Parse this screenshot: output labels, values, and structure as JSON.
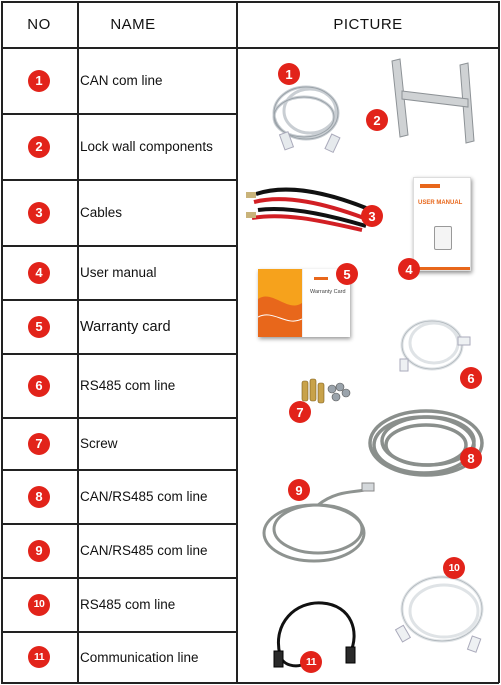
{
  "header": {
    "no": "NO",
    "name": "NAME",
    "picture": "PICTURE"
  },
  "rows": [
    {
      "no": "1",
      "name": "CAN com line"
    },
    {
      "no": "2",
      "name": "Lock wall components"
    },
    {
      "no": "3",
      "name": "Cables"
    },
    {
      "no": "4",
      "name": "User manual"
    },
    {
      "no": "5",
      "name": "Warranty card"
    },
    {
      "no": "6",
      "name": "RS485 com line"
    },
    {
      "no": "7",
      "name": "Screw"
    },
    {
      "no": "8",
      "name": "CAN/RS485 com line"
    },
    {
      "no": "9",
      "name": "CAN/RS485 com line"
    },
    {
      "no": "10",
      "name": "RS485 com line"
    },
    {
      "no": "11",
      "name": "Communication line"
    }
  ],
  "pictures": {
    "badges": [
      "1",
      "2",
      "3",
      "4",
      "5",
      "6",
      "7",
      "8",
      "9",
      "10",
      "11"
    ],
    "manual_title": "USER MANUAL",
    "warranty_text": "Warranty Card"
  },
  "colors": {
    "badge": "#e2231a",
    "grid": "#222222",
    "accent": "#e8671b"
  }
}
